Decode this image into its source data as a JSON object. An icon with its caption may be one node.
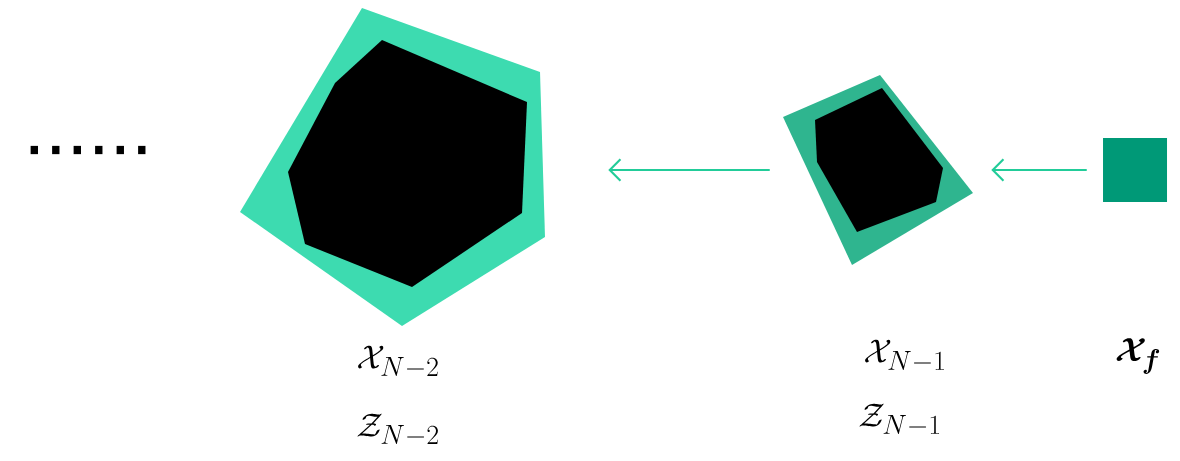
{
  "diagram": {
    "nodes": [
      {
        "text": [],
        "shape": "polygon",
        "beside": [
          "\\mathcal{X}_{N-2}",
          "\\mathcal{Z}_{N-2}"
        ]
      },
      {
        "text": [],
        "shape": "polygon",
        "beside": [
          "\\mathcal{X}_{N-1}",
          "\\mathcal{Z}_{N-1}"
        ]
      },
      {
        "text": [],
        "shape": "box"
      }
    ],
    "edges": [
      {
        "from": 2,
        "to": 1,
        "arrow": "to"
      },
      {
        "from": 1,
        "to": 0,
        "arrow": "to"
      }
    ],
    "labels": [
      "......",
      "\\mathcal{X}_f"
    ]
  }
}
